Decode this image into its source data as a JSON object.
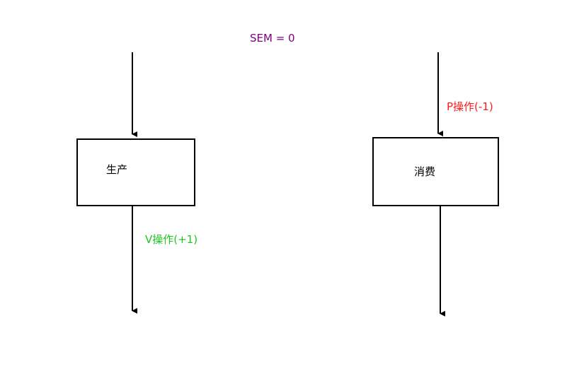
{
  "semaphore_label": "SEM = 0",
  "producer": {
    "box_label": "生产",
    "op_label": "V操作(+1)"
  },
  "consumer": {
    "box_label": "消费",
    "op_label": "P操作(-1)"
  },
  "colors": {
    "semaphore": "#800080",
    "v_operation": "#22c322",
    "p_operation": "#ff1a1a",
    "stroke": "#000000"
  }
}
